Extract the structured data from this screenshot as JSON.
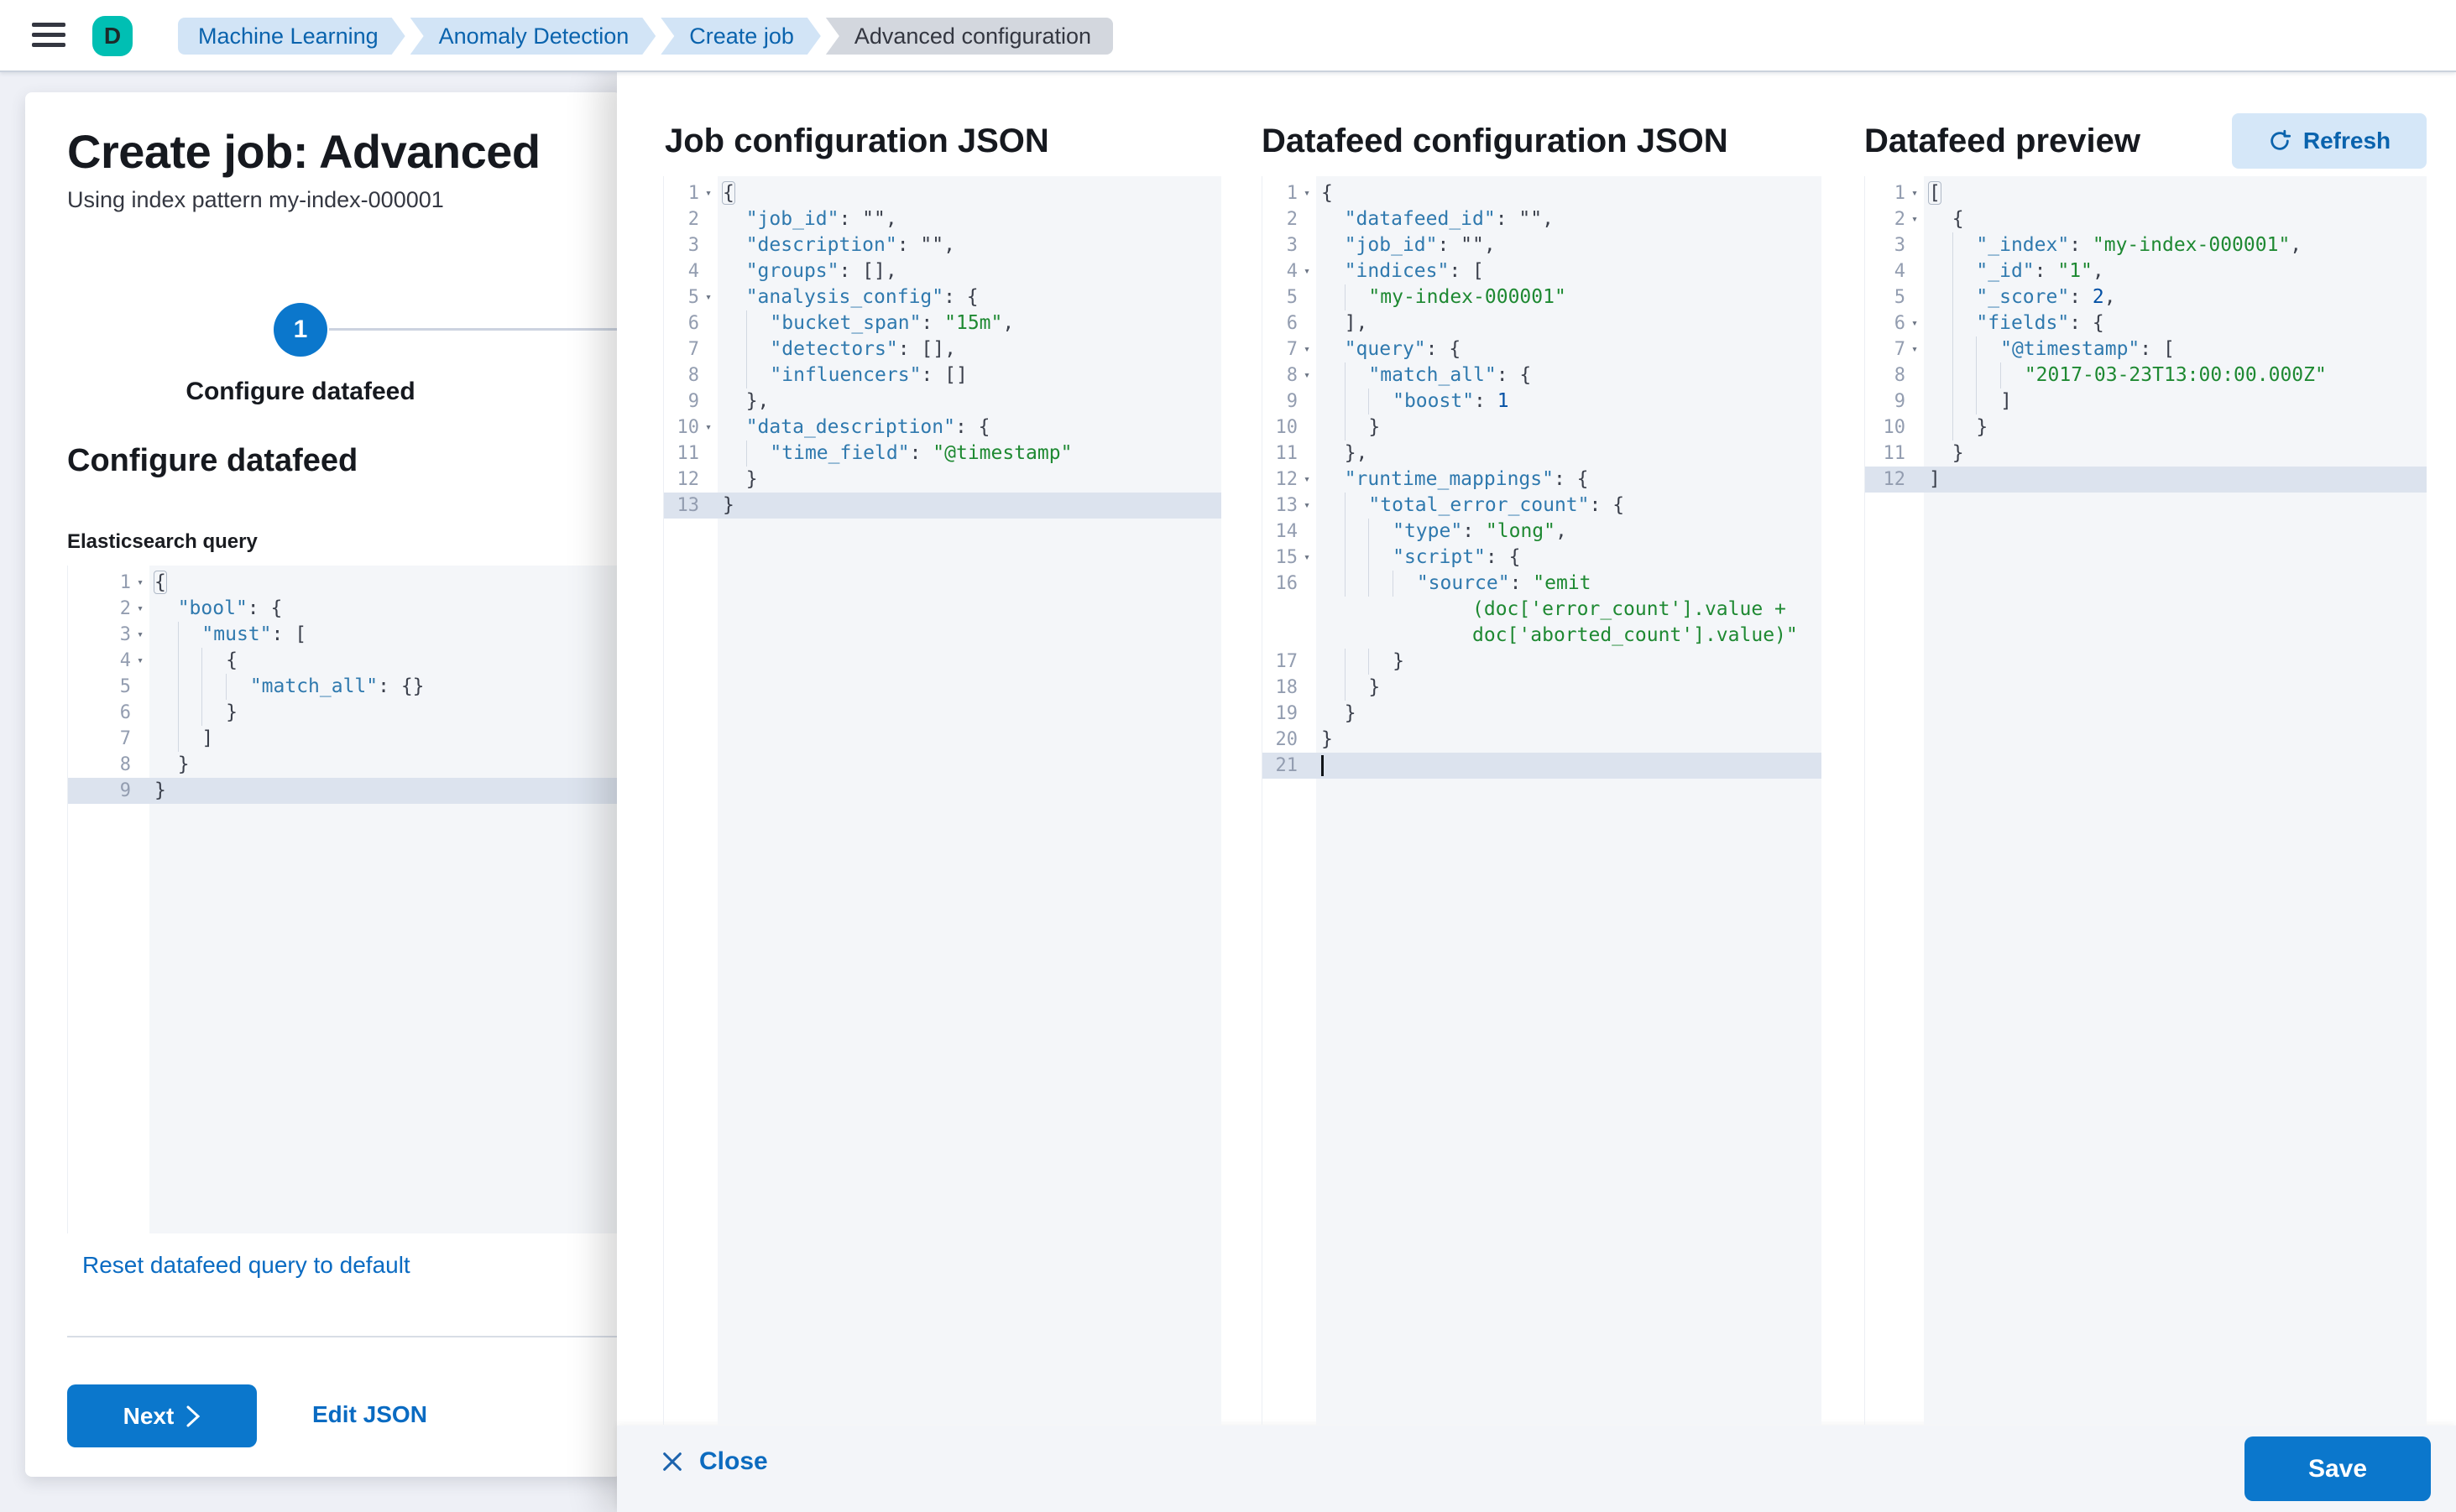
{
  "header": {
    "avatar_initial": "D",
    "breadcrumbs": [
      {
        "label": "Machine Learning"
      },
      {
        "label": "Anomaly Detection"
      },
      {
        "label": "Create job"
      },
      {
        "label": "Advanced configuration"
      }
    ]
  },
  "page": {
    "title": "Create job: Advanced",
    "subtitle": "Using index pattern my-index-000001",
    "step": {
      "number": "1",
      "label": "Configure datafeed"
    },
    "section_heading": "Configure datafeed",
    "query_label": "Elasticsearch query",
    "reset_link_label": "Reset datafeed query to default",
    "next_button_label": "Next",
    "edit_json_label": "Edit JSON"
  },
  "flyout": {
    "job_panel_title": "Job configuration JSON",
    "datafeed_panel_title": "Datafeed configuration JSON",
    "preview_panel_title": "Datafeed preview",
    "refresh_button_label": "Refresh",
    "close_button_label": "Close",
    "save_button_label": "Save"
  },
  "colors": {
    "primary_button": "#0b77cc",
    "link": "#0a6bc2",
    "avatar": "#00bfb3",
    "breadcrumb_bg": "#d2e4f6",
    "breadcrumb_text": "#0a63ad",
    "breadcrumb_current_bg": "#d3d7de",
    "editor_bg": "#f4f6f9",
    "active_line_bg": "#dce3ee",
    "syntax_key": "#2f79ae",
    "syntax_string": "#1e8932",
    "syntax_number": "#0451a5"
  },
  "editors": {
    "es_query": {
      "active_line": 9,
      "lines": [
        {
          "n": 1,
          "fold": true,
          "tokens": [
            [
              "pb",
              "{"
            ]
          ]
        },
        {
          "n": 2,
          "fold": true,
          "tokens": [
            [
              "w",
              "  "
            ],
            [
              "k",
              "\"bool\""
            ],
            [
              "p",
              ": {"
            ]
          ]
        },
        {
          "n": 3,
          "fold": true,
          "tokens": [
            [
              "w",
              "  "
            ],
            [
              "g",
              "  "
            ],
            [
              "k",
              "\"must\""
            ],
            [
              "p",
              ": ["
            ]
          ]
        },
        {
          "n": 4,
          "fold": true,
          "tokens": [
            [
              "w",
              "  "
            ],
            [
              "g",
              "  "
            ],
            [
              "g",
              "  "
            ],
            [
              "p",
              "{"
            ]
          ]
        },
        {
          "n": 5,
          "tokens": [
            [
              "w",
              "  "
            ],
            [
              "g",
              "  "
            ],
            [
              "g",
              "  "
            ],
            [
              "g",
              "  "
            ],
            [
              "k",
              "\"match_all\""
            ],
            [
              "p",
              ": {}"
            ]
          ]
        },
        {
          "n": 6,
          "tokens": [
            [
              "w",
              "  "
            ],
            [
              "g",
              "  "
            ],
            [
              "g",
              "  "
            ],
            [
              "p",
              "}"
            ]
          ]
        },
        {
          "n": 7,
          "tokens": [
            [
              "w",
              "  "
            ],
            [
              "g",
              "  "
            ],
            [
              "p",
              "]"
            ]
          ]
        },
        {
          "n": 8,
          "tokens": [
            [
              "w",
              "  "
            ],
            [
              "p",
              "}"
            ]
          ]
        },
        {
          "n": 9,
          "tokens": [
            [
              "p",
              "}"
            ]
          ]
        }
      ]
    },
    "job_config": {
      "active_line": 13,
      "lines": [
        {
          "n": 1,
          "fold": true,
          "tokens": [
            [
              "pb",
              "{"
            ]
          ]
        },
        {
          "n": 2,
          "tokens": [
            [
              "w",
              "  "
            ],
            [
              "k",
              "\"job_id\""
            ],
            [
              "p",
              ": \"\","
            ]
          ]
        },
        {
          "n": 3,
          "tokens": [
            [
              "w",
              "  "
            ],
            [
              "k",
              "\"description\""
            ],
            [
              "p",
              ": \"\","
            ]
          ]
        },
        {
          "n": 4,
          "tokens": [
            [
              "w",
              "  "
            ],
            [
              "k",
              "\"groups\""
            ],
            [
              "p",
              ": [],"
            ]
          ]
        },
        {
          "n": 5,
          "fold": true,
          "tokens": [
            [
              "w",
              "  "
            ],
            [
              "k",
              "\"analysis_config\""
            ],
            [
              "p",
              ": {"
            ]
          ]
        },
        {
          "n": 6,
          "tokens": [
            [
              "w",
              "  "
            ],
            [
              "g",
              "  "
            ],
            [
              "k",
              "\"bucket_span\""
            ],
            [
              "p",
              ": "
            ],
            [
              "s",
              "\"15m\""
            ],
            [
              "p",
              ","
            ]
          ]
        },
        {
          "n": 7,
          "tokens": [
            [
              "w",
              "  "
            ],
            [
              "g",
              "  "
            ],
            [
              "k",
              "\"detectors\""
            ],
            [
              "p",
              ": [],"
            ]
          ]
        },
        {
          "n": 8,
          "tokens": [
            [
              "w",
              "  "
            ],
            [
              "g",
              "  "
            ],
            [
              "k",
              "\"influencers\""
            ],
            [
              "p",
              ": []"
            ]
          ]
        },
        {
          "n": 9,
          "tokens": [
            [
              "w",
              "  "
            ],
            [
              "p",
              "},"
            ]
          ]
        },
        {
          "n": 10,
          "fold": true,
          "tokens": [
            [
              "w",
              "  "
            ],
            [
              "k",
              "\"data_description\""
            ],
            [
              "p",
              ": {"
            ]
          ]
        },
        {
          "n": 11,
          "tokens": [
            [
              "w",
              "  "
            ],
            [
              "g",
              "  "
            ],
            [
              "k",
              "\"time_field\""
            ],
            [
              "p",
              ": "
            ],
            [
              "s",
              "\"@timestamp\""
            ]
          ]
        },
        {
          "n": 12,
          "tokens": [
            [
              "w",
              "  "
            ],
            [
              "p",
              "}"
            ]
          ]
        },
        {
          "n": 13,
          "tokens": [
            [
              "p",
              "}"
            ]
          ]
        }
      ]
    },
    "datafeed_config": {
      "active_line": 21,
      "lines": [
        {
          "n": 1,
          "fold": true,
          "tokens": [
            [
              "p",
              "{"
            ]
          ]
        },
        {
          "n": 2,
          "tokens": [
            [
              "w",
              "  "
            ],
            [
              "k",
              "\"datafeed_id\""
            ],
            [
              "p",
              ": \"\","
            ]
          ]
        },
        {
          "n": 3,
          "tokens": [
            [
              "w",
              "  "
            ],
            [
              "k",
              "\"job_id\""
            ],
            [
              "p",
              ": \"\","
            ]
          ]
        },
        {
          "n": 4,
          "fold": true,
          "tokens": [
            [
              "w",
              "  "
            ],
            [
              "k",
              "\"indices\""
            ],
            [
              "p",
              ": ["
            ]
          ]
        },
        {
          "n": 5,
          "tokens": [
            [
              "w",
              "  "
            ],
            [
              "g",
              "  "
            ],
            [
              "s",
              "\"my-index-000001\""
            ]
          ]
        },
        {
          "n": 6,
          "tokens": [
            [
              "w",
              "  "
            ],
            [
              "p",
              "],"
            ]
          ]
        },
        {
          "n": 7,
          "fold": true,
          "tokens": [
            [
              "w",
              "  "
            ],
            [
              "k",
              "\"query\""
            ],
            [
              "p",
              ": {"
            ]
          ]
        },
        {
          "n": 8,
          "fold": true,
          "tokens": [
            [
              "w",
              "  "
            ],
            [
              "g",
              "  "
            ],
            [
              "k",
              "\"match_all\""
            ],
            [
              "p",
              ": {"
            ]
          ]
        },
        {
          "n": 9,
          "tokens": [
            [
              "w",
              "  "
            ],
            [
              "g",
              "  "
            ],
            [
              "g",
              "  "
            ],
            [
              "k",
              "\"boost\""
            ],
            [
              "p",
              ": "
            ],
            [
              "num",
              "1"
            ]
          ]
        },
        {
          "n": 10,
          "tokens": [
            [
              "w",
              "  "
            ],
            [
              "g",
              "  "
            ],
            [
              "p",
              "}"
            ]
          ]
        },
        {
          "n": 11,
          "tokens": [
            [
              "w",
              "  "
            ],
            [
              "p",
              "},"
            ]
          ]
        },
        {
          "n": 12,
          "fold": true,
          "tokens": [
            [
              "w",
              "  "
            ],
            [
              "k",
              "\"runtime_mappings\""
            ],
            [
              "p",
              ": {"
            ]
          ]
        },
        {
          "n": 13,
          "fold": true,
          "tokens": [
            [
              "w",
              "  "
            ],
            [
              "g",
              "  "
            ],
            [
              "k",
              "\"total_error_count\""
            ],
            [
              "p",
              ": {"
            ]
          ]
        },
        {
          "n": 14,
          "tokens": [
            [
              "w",
              "  "
            ],
            [
              "g",
              "  "
            ],
            [
              "g",
              "  "
            ],
            [
              "k",
              "\"type\""
            ],
            [
              "p",
              ": "
            ],
            [
              "s",
              "\"long\""
            ],
            [
              "p",
              ","
            ]
          ]
        },
        {
          "n": 15,
          "fold": true,
          "tokens": [
            [
              "w",
              "  "
            ],
            [
              "g",
              "  "
            ],
            [
              "g",
              "  "
            ],
            [
              "k",
              "\"script\""
            ],
            [
              "p",
              ": {"
            ]
          ]
        },
        {
          "n": 16,
          "tokens": [
            [
              "w",
              "  "
            ],
            [
              "g",
              "  "
            ],
            [
              "g",
              "  "
            ],
            [
              "g",
              "  "
            ],
            [
              "k",
              "\"source\""
            ],
            [
              "p",
              ": "
            ],
            [
              "s",
              "\"emit"
            ]
          ]
        },
        {
          "wrap": true,
          "tokens": [
            [
              "w",
              "             "
            ],
            [
              "s",
              "(doc['error_count'].value +"
            ]
          ]
        },
        {
          "wrap": true,
          "tokens": [
            [
              "w",
              "             "
            ],
            [
              "s",
              "doc['aborted_count'].value)\""
            ]
          ]
        },
        {
          "n": 17,
          "tokens": [
            [
              "w",
              "  "
            ],
            [
              "g",
              "  "
            ],
            [
              "g",
              "  "
            ],
            [
              "p",
              "}"
            ]
          ]
        },
        {
          "n": 18,
          "tokens": [
            [
              "w",
              "  "
            ],
            [
              "g",
              "  "
            ],
            [
              "p",
              "}"
            ]
          ]
        },
        {
          "n": 19,
          "tokens": [
            [
              "w",
              "  "
            ],
            [
              "p",
              "}"
            ]
          ]
        },
        {
          "n": 20,
          "tokens": [
            [
              "p",
              "}"
            ]
          ]
        },
        {
          "n": 21,
          "tokens": [
            [
              "cur",
              ""
            ]
          ]
        }
      ]
    },
    "datafeed_preview": {
      "active_line": 12,
      "lines": [
        {
          "n": 1,
          "fold": true,
          "tokens": [
            [
              "pb",
              "["
            ]
          ]
        },
        {
          "n": 2,
          "fold": true,
          "tokens": [
            [
              "w",
              "  "
            ],
            [
              "p",
              "{"
            ]
          ]
        },
        {
          "n": 3,
          "tokens": [
            [
              "w",
              "  "
            ],
            [
              "g",
              "  "
            ],
            [
              "k",
              "\"_index\""
            ],
            [
              "p",
              ": "
            ],
            [
              "s",
              "\"my-index-000001\""
            ],
            [
              "p",
              ","
            ]
          ]
        },
        {
          "n": 4,
          "tokens": [
            [
              "w",
              "  "
            ],
            [
              "g",
              "  "
            ],
            [
              "k",
              "\"_id\""
            ],
            [
              "p",
              ": "
            ],
            [
              "s",
              "\"1\""
            ],
            [
              "p",
              ","
            ]
          ]
        },
        {
          "n": 5,
          "tokens": [
            [
              "w",
              "  "
            ],
            [
              "g",
              "  "
            ],
            [
              "k",
              "\"_score\""
            ],
            [
              "p",
              ": "
            ],
            [
              "num",
              "2"
            ],
            [
              "p",
              ","
            ]
          ]
        },
        {
          "n": 6,
          "fold": true,
          "tokens": [
            [
              "w",
              "  "
            ],
            [
              "g",
              "  "
            ],
            [
              "k",
              "\"fields\""
            ],
            [
              "p",
              ": {"
            ]
          ]
        },
        {
          "n": 7,
          "fold": true,
          "tokens": [
            [
              "w",
              "  "
            ],
            [
              "g",
              "  "
            ],
            [
              "g",
              "  "
            ],
            [
              "k",
              "\"@timestamp\""
            ],
            [
              "p",
              ": ["
            ]
          ]
        },
        {
          "n": 8,
          "tokens": [
            [
              "w",
              "  "
            ],
            [
              "g",
              "  "
            ],
            [
              "g",
              "  "
            ],
            [
              "g",
              "  "
            ],
            [
              "s",
              "\"2017-03-23T13:00:00.000Z\""
            ]
          ]
        },
        {
          "n": 9,
          "tokens": [
            [
              "w",
              "  "
            ],
            [
              "g",
              "  "
            ],
            [
              "g",
              "  "
            ],
            [
              "p",
              "]"
            ]
          ]
        },
        {
          "n": 10,
          "tokens": [
            [
              "w",
              "  "
            ],
            [
              "g",
              "  "
            ],
            [
              "p",
              "}"
            ]
          ]
        },
        {
          "n": 11,
          "tokens": [
            [
              "w",
              "  "
            ],
            [
              "p",
              "}"
            ]
          ]
        },
        {
          "n": 12,
          "tokens": [
            [
              "p",
              "]"
            ]
          ]
        }
      ]
    }
  }
}
